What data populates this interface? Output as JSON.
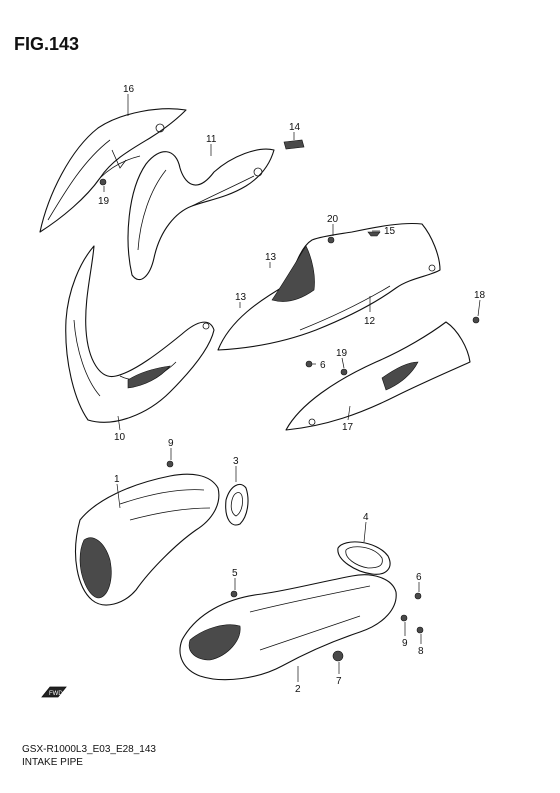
{
  "figure": {
    "title": "FIG.143",
    "model_code": "GSX-R1000L3_E03_E28_143",
    "section_name": "INTAKE PIPE",
    "direction_badge": "FWD"
  },
  "callouts": [
    {
      "id": "c16",
      "number": "16"
    },
    {
      "id": "c11",
      "number": "11"
    },
    {
      "id": "c14",
      "number": "14"
    },
    {
      "id": "c19a",
      "number": "19"
    },
    {
      "id": "c20",
      "number": "20"
    },
    {
      "id": "c15",
      "number": "15"
    },
    {
      "id": "c13a",
      "number": "13"
    },
    {
      "id": "c13b",
      "number": "13"
    },
    {
      "id": "c12",
      "number": "12"
    },
    {
      "id": "c18",
      "number": "18"
    },
    {
      "id": "c6a",
      "number": "6"
    },
    {
      "id": "c19b",
      "number": "19"
    },
    {
      "id": "c10",
      "number": "10"
    },
    {
      "id": "c17",
      "number": "17"
    },
    {
      "id": "c9a",
      "number": "9"
    },
    {
      "id": "c3",
      "number": "3"
    },
    {
      "id": "c1",
      "number": "1"
    },
    {
      "id": "c4",
      "number": "4"
    },
    {
      "id": "c5",
      "number": "5"
    },
    {
      "id": "c6b",
      "number": "6"
    },
    {
      "id": "c9b",
      "number": "9"
    },
    {
      "id": "c8",
      "number": "8"
    },
    {
      "id": "c2",
      "number": "2"
    },
    {
      "id": "c7",
      "number": "7"
    }
  ]
}
